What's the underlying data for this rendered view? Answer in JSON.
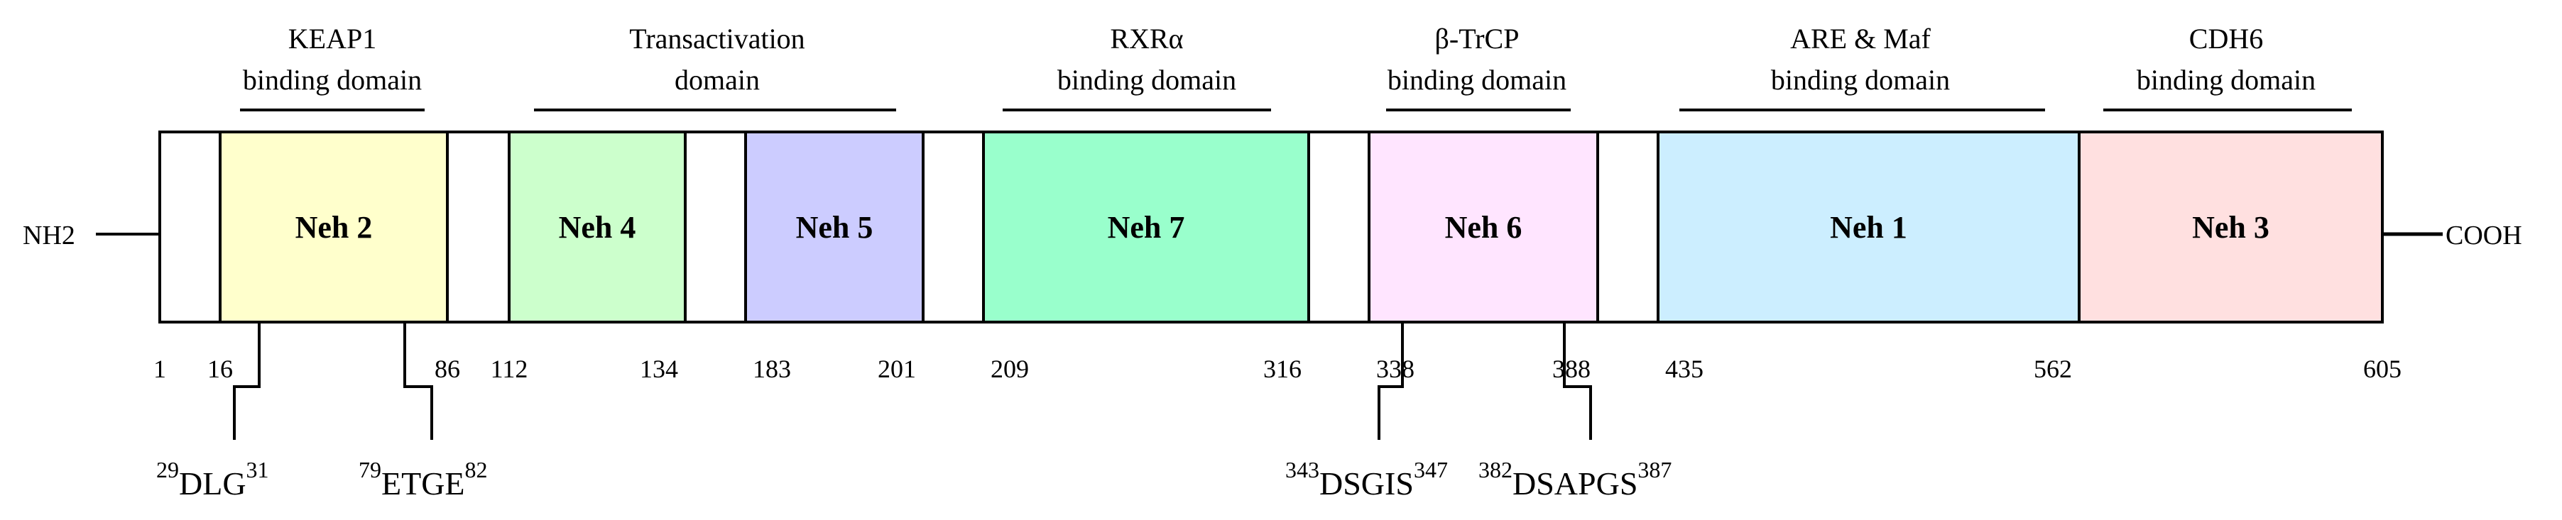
{
  "terminals": {
    "n": "NH2",
    "c": "COOH"
  },
  "domain_groups": [
    {
      "id": "keap1",
      "lines": [
        "KEAP1",
        "binding domain"
      ]
    },
    {
      "id": "transactivation",
      "lines": [
        "Transactivation",
        "domain"
      ]
    },
    {
      "id": "rxr",
      "lines": [
        "RXRα",
        "binding domain"
      ]
    },
    {
      "id": "btrcp",
      "lines": [
        "β-TrCP",
        "binding domain"
      ]
    },
    {
      "id": "are-maf",
      "lines": [
        "ARE & Maf",
        "binding domain"
      ]
    },
    {
      "id": "cdh6",
      "lines": [
        "CDH6",
        "binding domain"
      ]
    }
  ],
  "segments": [
    {
      "label": "",
      "start": 1,
      "end": 16,
      "color": "#ffffff"
    },
    {
      "label": "Neh 2",
      "start": 16,
      "end": 86,
      "color": "#ffffcc"
    },
    {
      "label": "",
      "start": 86,
      "end": 112,
      "color": "#ffffff"
    },
    {
      "label": "Neh 4",
      "start": 112,
      "end": 134,
      "color": "#ccffcc"
    },
    {
      "label": "",
      "start": 134,
      "end": 183,
      "color": "#ffffff"
    },
    {
      "label": "Neh 5",
      "start": 183,
      "end": 201,
      "color": "#ccccff"
    },
    {
      "label": "",
      "start": 201,
      "end": 209,
      "color": "#ffffff"
    },
    {
      "label": "Neh 7",
      "start": 209,
      "end": 316,
      "color": "#99ffcc"
    },
    {
      "label": "",
      "start": 316,
      "end": 338,
      "color": "#ffffff"
    },
    {
      "label": "Neh 6",
      "start": 338,
      "end": 388,
      "color": "#ffe5ff"
    },
    {
      "label": "",
      "start": 388,
      "end": 435,
      "color": "#ffffff"
    },
    {
      "label": "Neh 1",
      "start": 435,
      "end": 562,
      "color": "#cceeff"
    },
    {
      "label": "Neh 3",
      "start": 562,
      "end": 605,
      "color": "#ffe0e0"
    }
  ],
  "positions": [
    "1",
    "16",
    "86",
    "112",
    "134",
    "183",
    "201",
    "209",
    "316",
    "338",
    "388",
    "435",
    "562",
    "605"
  ],
  "motifs": [
    {
      "id": "dlg",
      "pre": "29",
      "text": "DLG",
      "post": "31"
    },
    {
      "id": "etge",
      "pre": "79",
      "text": "ETGE",
      "post": "82"
    },
    {
      "id": "dsgis",
      "pre": "343",
      "text": "DSGIS",
      "post": "347"
    },
    {
      "id": "dsapgs",
      "pre": "382",
      "text": "DSAPGS",
      "post": "387"
    }
  ],
  "colors": {
    "stroke": "#000000"
  }
}
